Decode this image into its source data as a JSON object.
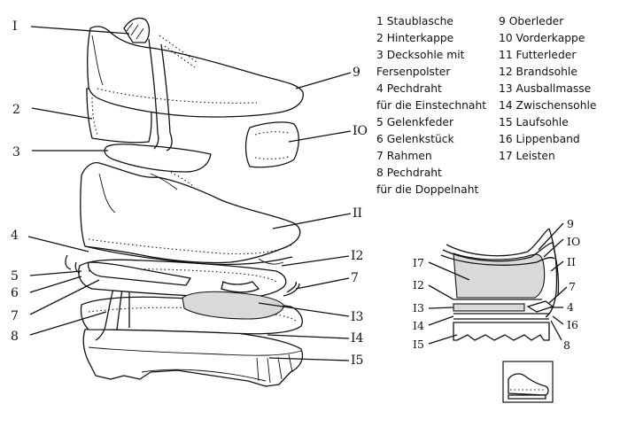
{
  "legend": {
    "left": [
      "1 Staublasche",
      "2 Hinterkappe",
      "3 Decksohle mit",
      "Fersenpolster",
      "4 Pechdraht",
      "für die Einstechnaht",
      "5 Gelenkfeder",
      "6 Gelenkstück",
      "7 Rahmen",
      "8 Pechdraht",
      "für die Doppelnaht"
    ],
    "right": [
      "9 Oberleder",
      "10 Vorderkappe",
      "11 Futterleder",
      "12 Brandsohle",
      "13 Ausballmasse",
      "14 Zwischensohle",
      "15 Laufsohle",
      "16 Lippenband",
      "17 Leisten"
    ]
  },
  "callouts_main": [
    "I",
    "2",
    "3",
    "4",
    "5",
    "6",
    "7",
    "8",
    "9",
    "IO",
    "II",
    "I2",
    "7",
    "I3",
    "I4",
    "I5"
  ],
  "callouts_detail": [
    "9",
    "IO",
    "II",
    "I7",
    "I2",
    "7",
    "I3",
    "4",
    "I4",
    "I6",
    "I5",
    "8"
  ]
}
